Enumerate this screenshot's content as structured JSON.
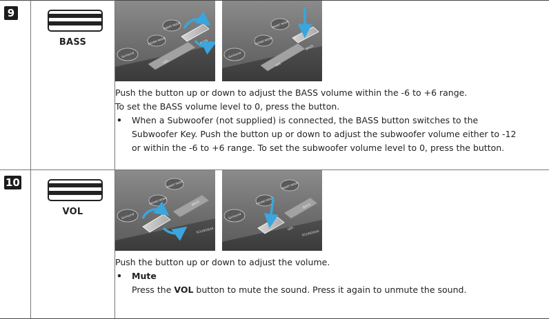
{
  "rows": [
    {
      "number": "9",
      "key_label": "BASS",
      "icon": "bass-button-icon",
      "photos": [
        {
          "name": "bass-push-up-down-photo",
          "labels": [
            "Surround",
            "SOUND MODE",
            "SMART MODE",
            "VOL",
            "BASS"
          ]
        },
        {
          "name": "bass-press-photo",
          "labels": [
            "Surround",
            "SOUND MODE",
            "SMART MODE",
            "VOL",
            "BASS"
          ]
        }
      ],
      "description": [
        "Push the button up or down to adjust the BASS volume within the -6 to +6 range.",
        "To set the BASS volume level to 0, press the button."
      ],
      "bullet": {
        "lines": [
          "When a Subwoofer (not supplied) is connected, the BASS button switches to the",
          "Subwoofer Key. Push the button up or down to adjust the subwoofer volume either to -12",
          "or within the -6 to +6 range. To set the subwoofer volume level to 0, press the button."
        ]
      }
    },
    {
      "number": "10",
      "key_label": "VOL",
      "icon": "vol-button-icon",
      "photos": [
        {
          "name": "vol-push-up-down-photo",
          "labels": [
            "Surround",
            "SOUND MODE",
            "SMART MODE",
            "BASS",
            "SOUNDBAR"
          ]
        },
        {
          "name": "vol-press-photo",
          "labels": [
            "Surround",
            "SOUND MODE",
            "SMART MODE",
            "VOL",
            "BASS",
            "SOUNDBAR"
          ]
        }
      ],
      "description": [
        "Push the button up or down to adjust the volume."
      ],
      "bullet": {
        "title": "Mute",
        "text_before": "Press the ",
        "text_bold": "VOL",
        "text_after": " button to mute the sound. Press it again to unmute the sound."
      }
    }
  ],
  "colors": {
    "arrow": "#3aa6dd",
    "device": "#6b6b6b",
    "badge": "#1c1c1c"
  }
}
